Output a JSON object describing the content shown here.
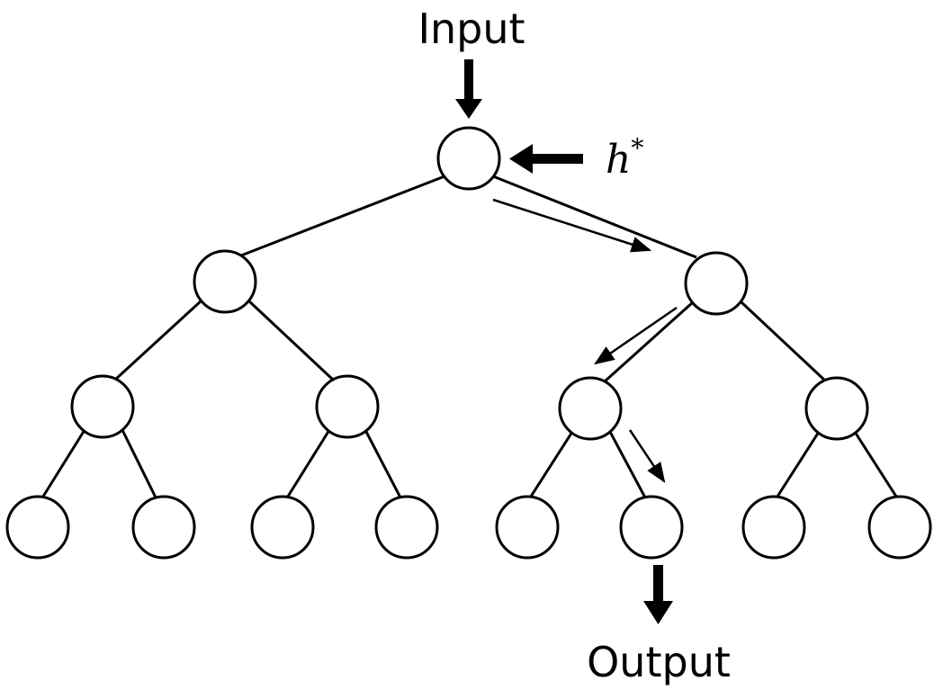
{
  "diagram": {
    "input_label": "Input",
    "output_label": "Output",
    "hidden_state_symbol": "h",
    "hidden_state_superscript": "*",
    "tree": {
      "levels": 4,
      "branching": 2,
      "highlighted_path": [
        "root",
        "right",
        "right-left",
        "right-left-right"
      ]
    }
  }
}
